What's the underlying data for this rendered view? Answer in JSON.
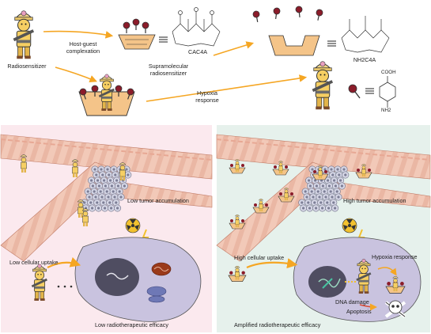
{
  "top": {
    "radiosensitizer": "Radiosensitizer",
    "host_guest": "Host-guest\ncomplexation",
    "cac4a": "CAC4A",
    "supramolecular": "Supramolecular\nradiosensitizer",
    "hypoxia_response_top": "Hypoxia\nresponse",
    "nh2c4a": "NH2C4A",
    "cooh": "COOH",
    "nh2": "NH2"
  },
  "left_panel": {
    "low_tumor": "Low tumor accumulation",
    "low_uptake": "Low cellular uptake",
    "low_efficacy": "Low radiotherapeutic efficacy"
  },
  "right_panel": {
    "high_tumor": "High tumor accumulation",
    "high_uptake": "High cellular uptake",
    "hypoxia_response": "Hypoxia response",
    "dna_damage": "DNA damage",
    "apoptosis": "Apoptosis",
    "amplified_efficacy": "Amplified radiotherapeutic efficacy"
  },
  "colors": {
    "left_bg": "#fbe9ee",
    "right_bg": "#e6f1ec",
    "vessel": "#f2c9b8",
    "vessel_stripe": "#e7a894",
    "tumor": "#cfd0e0",
    "cell": "#c9c3df",
    "nucleus": "#4f4d61",
    "macrocycle": "#f4c489",
    "guest": "#8b1c2a",
    "arrow": "#f5a623",
    "soldier_skin": "#f6cf63",
    "radiation": "#f2c12e"
  }
}
